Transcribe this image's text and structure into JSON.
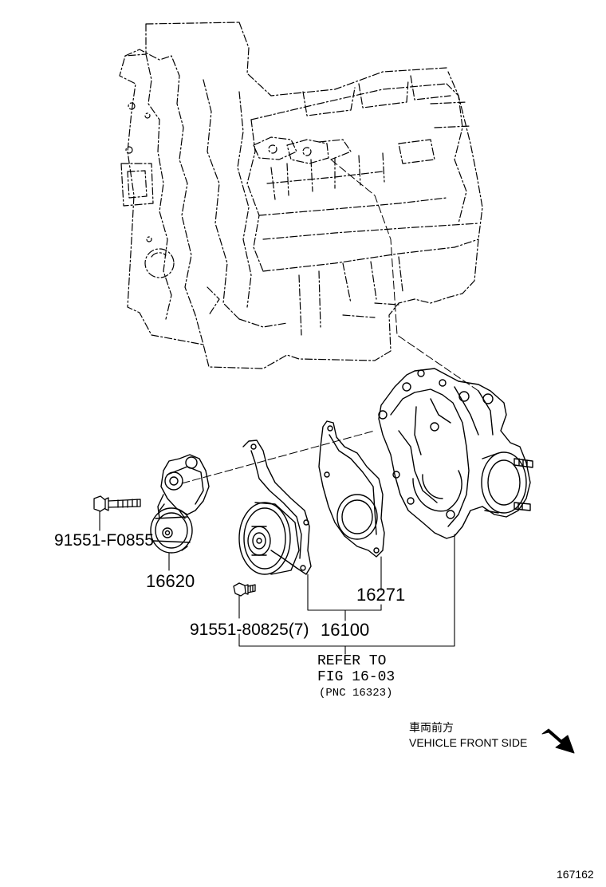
{
  "labels": {
    "p_91551_f0855": "91551-F0855",
    "p_16620": "16620",
    "p_16271": "16271",
    "p_91551_80825": "91551-80825(7)",
    "p_16100": "16100",
    "refer_line1": "REFER TO",
    "refer_line2": "FIG 16-03",
    "refer_line3": "(PNC 16323)",
    "direction_jp": "車両前方",
    "direction_en": "VEHICLE FRONT SIDE",
    "figure_number": "167162"
  },
  "icons": {
    "engine_block": "engine-block-outline",
    "tensioner": "belt-tensioner-assembly",
    "idler_pulley": "idler-pulley-bracket",
    "gasket": "water-pump-gasket",
    "water_pump": "water-pump-housing",
    "bolt_long": "flange-bolt",
    "bolt_short": "flange-bolt",
    "front_arrow": "direction-arrow"
  },
  "colors": {
    "line": "#000000",
    "background": "#ffffff"
  }
}
